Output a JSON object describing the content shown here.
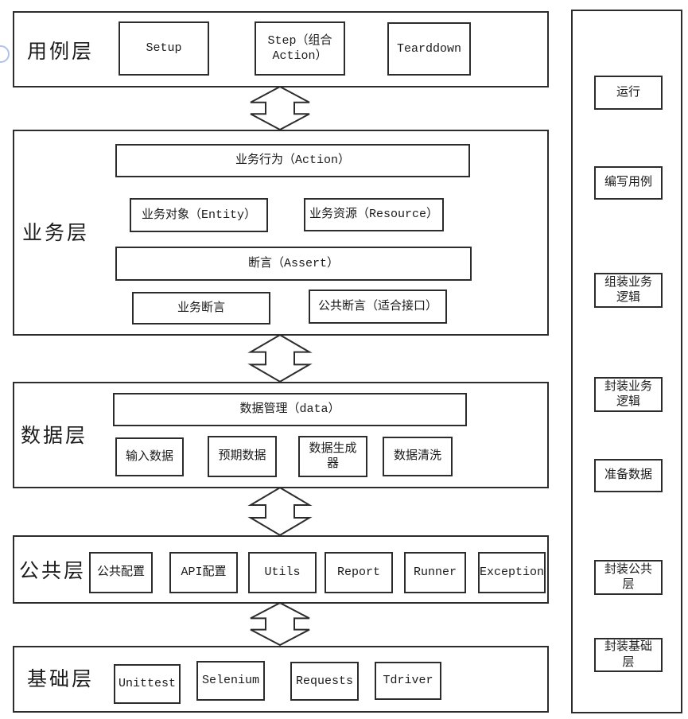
{
  "colors": {
    "line": "#2c2c2c",
    "text": "#1b1b1b",
    "background": "#ffffff",
    "accent_blue": "#6b8fd8"
  },
  "diagram": {
    "connector_icon": "up-down-arrow",
    "layers": [
      {
        "title": "用例层",
        "boxes": [
          {
            "label": "Setup"
          },
          {
            "label": "Step（组合\nAction）"
          },
          {
            "label": "Tearddown"
          }
        ]
      },
      {
        "title": "业务层",
        "boxes": [
          {
            "label": "业务行为（Action）"
          },
          {
            "label": "业务对象（Entity）"
          },
          {
            "label": "业务资源（Resource）"
          },
          {
            "label": "断言（Assert）"
          },
          {
            "label": "业务断言"
          },
          {
            "label": "公共断言（适合接口）"
          }
        ]
      },
      {
        "title": "数据层",
        "boxes": [
          {
            "label": "数据管理（data）"
          },
          {
            "label": "输入数据"
          },
          {
            "label": "预期数据"
          },
          {
            "label": "数据生成\n器"
          },
          {
            "label": "数据清洗"
          }
        ]
      },
      {
        "title": "公共层",
        "boxes": [
          {
            "label": "公共配置"
          },
          {
            "label": "API配置"
          },
          {
            "label": "Utils"
          },
          {
            "label": "Report"
          },
          {
            "label": "Runner"
          },
          {
            "label": "Exception"
          }
        ]
      },
      {
        "title": "基础层",
        "boxes": [
          {
            "label": "Unittest"
          },
          {
            "label": "Selenium"
          },
          {
            "label": "Requests"
          },
          {
            "label": "Tdriver"
          }
        ]
      }
    ]
  },
  "side_panel": {
    "steps": [
      {
        "label": "运行"
      },
      {
        "label": "编写用例"
      },
      {
        "label": "组装业务\n逻辑"
      },
      {
        "label": "封装业务\n逻辑"
      },
      {
        "label": "准备数据"
      },
      {
        "label": "封装公共\n层"
      },
      {
        "label": "封装基础\n层"
      }
    ]
  }
}
